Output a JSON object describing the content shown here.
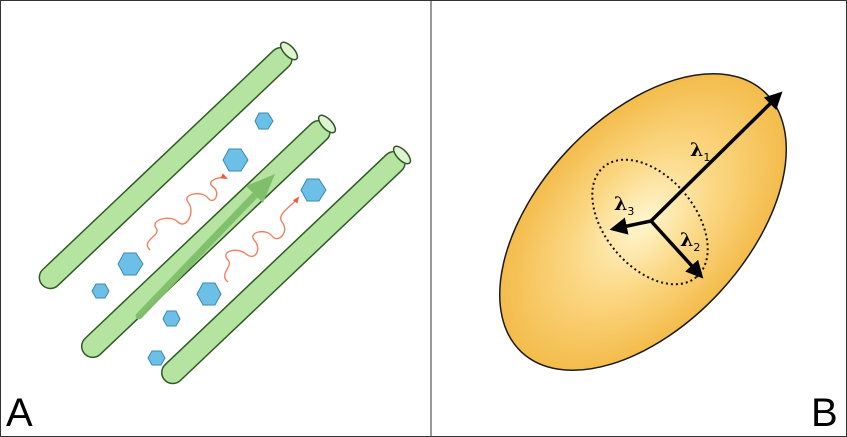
{
  "panels": {
    "a": {
      "letter": "A"
    },
    "b": {
      "letter": "B"
    }
  },
  "eigenvalues": [
    {
      "symbol": "λ",
      "index": "1"
    },
    {
      "symbol": "λ",
      "index": "2"
    },
    {
      "symbol": "λ",
      "index": "3"
    }
  ],
  "colors": {
    "fiber_fill": "#b5e3a0",
    "fiber_stroke": "#2f5a24",
    "fiber_end": "#d9f0cc",
    "molecule": "#6cc0e8",
    "molecule_stroke": "#3a8ab0",
    "diffusion_path": "#f08060",
    "flow_arrow": "#7fbf6a",
    "ellipsoid_center": "#fff6cf",
    "ellipsoid_edge": "#f2b640",
    "frame": "#333333"
  },
  "icons": {
    "molecule": "hexagon-icon",
    "fiber": "cylinder-shape",
    "eigenvector": "arrow-icon"
  }
}
